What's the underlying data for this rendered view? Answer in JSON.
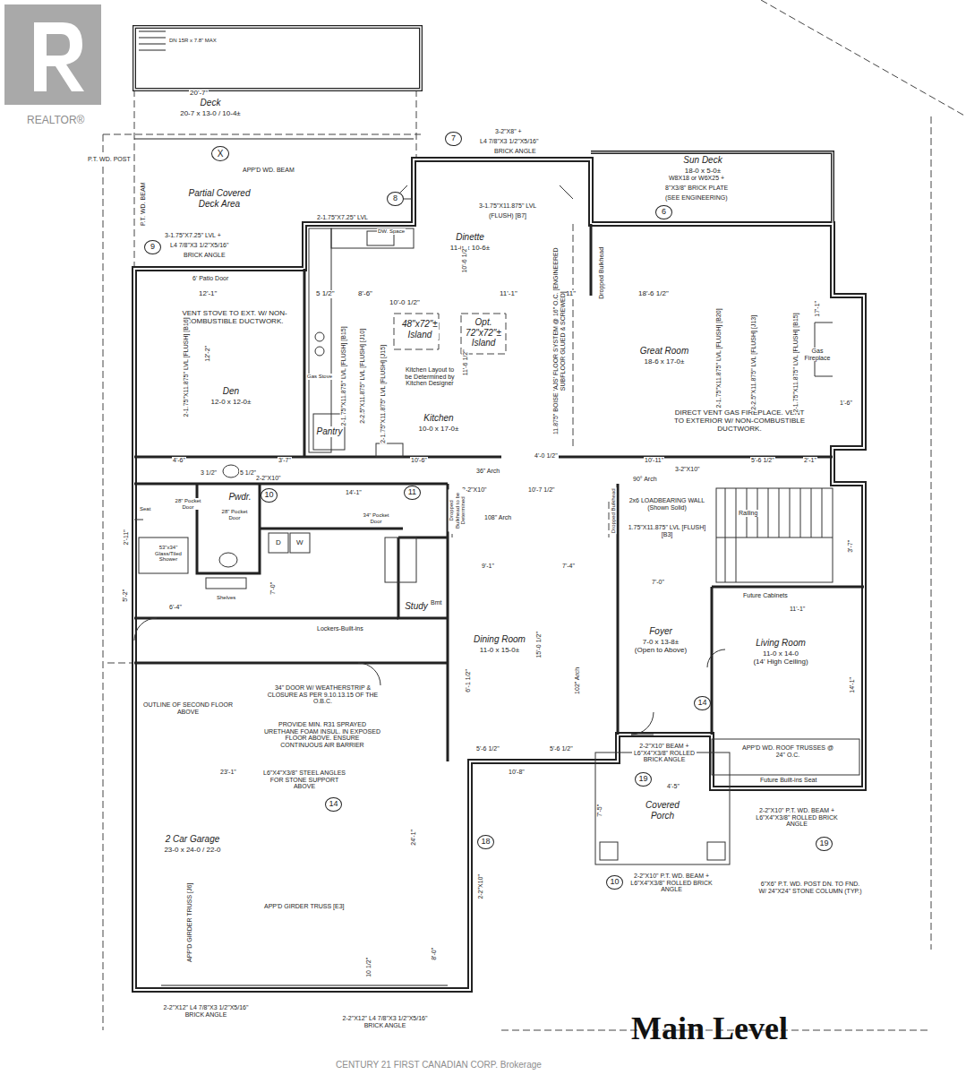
{
  "diagram": {
    "title": "Main Level",
    "nodes": [
      {
        "text": [
          "Deck",
          "20-7 x 13-0 / 10-4±"
        ]
      },
      {
        "text": [
          "Partial Covered Deck Area"
        ]
      },
      {
        "text": [
          "Sun Deck",
          "18-0 x 5-0±"
        ]
      },
      {
        "text": [
          "Dinette",
          "11-0 x 10-6±"
        ]
      },
      {
        "text": [
          "Den",
          "12-0 x 12-0±"
        ]
      },
      {
        "text": [
          "Kitchen",
          "10-0 x 17-0±"
        ]
      },
      {
        "text": [
          "48\"x72\"± Island"
        ]
      },
      {
        "text": [
          "Opt. 72\"x72\"± Island"
        ]
      },
      {
        "text": [
          "Great Room",
          "18-6 x 17-0±"
        ]
      },
      {
        "text": [
          "Pantry"
        ]
      },
      {
        "text": [
          "Pwdr."
        ]
      },
      {
        "text": [
          "Study"
        ]
      },
      {
        "text": [
          "Dining Room",
          "11-0 x 15-0±"
        ]
      },
      {
        "text": [
          "Foyer",
          "7-0 x 13-8±",
          "(Open to Above)"
        ]
      },
      {
        "text": [
          "Living Room",
          "11-0 x 14-0",
          "(14' High Ceiling)"
        ]
      },
      {
        "text": [
          "Covered Porch"
        ]
      },
      {
        "text": [
          "2 Car Garage",
          "23-0 x 24-0 / 22-0"
        ]
      }
    ],
    "labels": [
      "REALTOR®",
      "20'-7\"",
      "DN 15R x 7.8\" MAX",
      "P.T. WD. POST",
      "X",
      "APP'D WD. BEAM",
      "P.T. WD. BEAM",
      "3-1.75\"X7.25\" LVL +",
      "L4 7/8\"X3 1/2\"X5/16\"",
      "BRICK ANGLE",
      "9",
      "2-1.75\"X7.25\" LVL",
      "8",
      "7",
      "3-2\"X8\" +",
      "L4 7/8\"X3 1/2\"X5/16\"",
      "BRICK ANGLE",
      "3-1.75\"X11.875\" LVL",
      "(FLUSH) [B7]",
      "6",
      "W8X18 or W6X25 +",
      "8\"X3/8\" BRICK PLATE",
      "(SEE ENGINEERING)",
      "DW. Space",
      "6' Patio Door",
      "12'-1\"",
      "5 1/2\"",
      "8'-6\"",
      "10'-0 1/2\"",
      "11'-1\"",
      "11\"",
      "18'-6 1/2\"",
      "VENT STOVE TO EXT. W/ NON-COMBUSTIBLE DUCTWORK.",
      "Gas Stove",
      "Kitchen Layout to be Determined by Kitchen Designer",
      "Gas Fireplace",
      "DIRECT VENT GAS FIREPLACE. VENT TO EXTERIOR W/ NON-COMBUSTIBLE DUCTWORK.",
      "10'-6 1/2\"",
      "11'-6 1/2\"",
      "12'-2\"",
      "17'-1\"",
      "1'-6\"",
      "2-1.75\"X11.875\" LVL [FLUSH] [B16]",
      "2-1.75\"X11.875\" LVL [FLUSH] [B15]",
      "2-2.5\"X11.875\" LVL [FLUSH] [J10]",
      "2-1.75\"X11.875\" LVL [FLUSH] [J15]",
      "11.875\" BOISE 'AJS' FLOOR SYSTEM @ 16\" O.C. [ENGINEERED SUBFLOOR GLUED & SCREWED]",
      "Dropped Bulkhead",
      "2-1.75\"X11.875\" LVL [FLUSH] [B20]",
      "2-2.5\"X11.875\" LVL [FLUSH] [J13]",
      "2-1.75\"X11.875\" LVL [FLUSH] [B15]",
      "4'-6\"",
      "3 1/2\"",
      "5 1/2\"",
      "3'-7\"",
      "10'-6\"",
      "36\" Arch",
      "4'-0 1/2\"",
      "10'-11\"",
      "3-2\"X10\"",
      "90° Arch",
      "5'-6 1/2\"",
      "2'-1\"",
      "2-2\"X10\"",
      "10",
      "14'-1\"",
      "11",
      "2-2\"X10\"",
      "10'-7 1/2\"",
      "2x6 LOADBEARING WALL (Shown Solid)",
      "1.75\"X11.875\" LVL [FLUSH] [B3]",
      "Railing",
      "28\" Pocket Door",
      "28\" Pocket Door",
      "34\" Pocket Door",
      "108\" Arch",
      "Dropped Bulkhead to be Determined",
      "Dropped Bulkhead",
      "53\"x34\" Glass/Tiled Shower",
      "Seat",
      "Shelves",
      "D",
      "W",
      "2'-11\"",
      "5'-2\"",
      "6'-4\"",
      "7'-0\"",
      "Lockers-Built-ins",
      "Bmt",
      "9'-1\"",
      "7'-4\"",
      "7'-0\"",
      "Future Cabinets",
      "11'-1\"",
      "3'-7\"",
      "102\" Arch",
      "15'-0 1/2\"",
      "6'-1 1/2\"",
      "14'-1\"",
      "14",
      "OUTLINE OF SECOND FLOOR ABOVE",
      "34\" DOOR W/ WEATHERSTRIP & CLOSURE AS PER 9.10.13.15 OF THE O.B.C.",
      "PROVIDE MIN. R31 SPRAYED URETHANE FOAM INSUL. IN EXPOSED FLOOR ABOVE. ENSURE CONTINUOUS AIR BARRIER",
      "23'-1\"",
      "L6\"X4\"X3/8\" STEEL ANGLES FOR STONE SUPPORT ABOVE",
      "14",
      "5'-6 1/2\"",
      "5'-6 1/2\"",
      "10'-8\"",
      "2-2\"X10\" BEAM + L6\"X4\"X3/8\" ROLLED BRICK ANGLE",
      "19",
      "4'-5\"",
      "APP'D WD. ROOF TRUSSES @ 24\" O.C.",
      "Future Built-ins Seat",
      "2-2\"X10\" P.T. WD. BEAM + L6\"X4\"X3/8\" ROLLED BRICK ANGLE",
      "19",
      "7'-5\"",
      "2-2\"X10\" P.T. WD. BEAM + L6\"X4\"X3/8\" ROLLED BRICK ANGLE",
      "10",
      "6\"X6\" P.T. WD. POST DN. TO FND. W/ 24\"X24\" STONE COLUMN (TYP.)",
      "18",
      "2-2\"X10\"",
      "24'-1\"",
      "APP'D GIRDER TRUSS [E3]",
      "APP'D GIRDER TRUSS [J6]",
      "8'-0\"",
      "2-2\"X12\" L4 7/8\"X3 1/2\"X5/16\" BRICK ANGLE",
      "10 1/2\"",
      "2-2\"X12\" L4 7/8\"X3 1/2\"X5/16\" BRICK ANGLE",
      "CENTURY 21 FIRST CANADIAN CORP. Brokerage"
    ]
  }
}
